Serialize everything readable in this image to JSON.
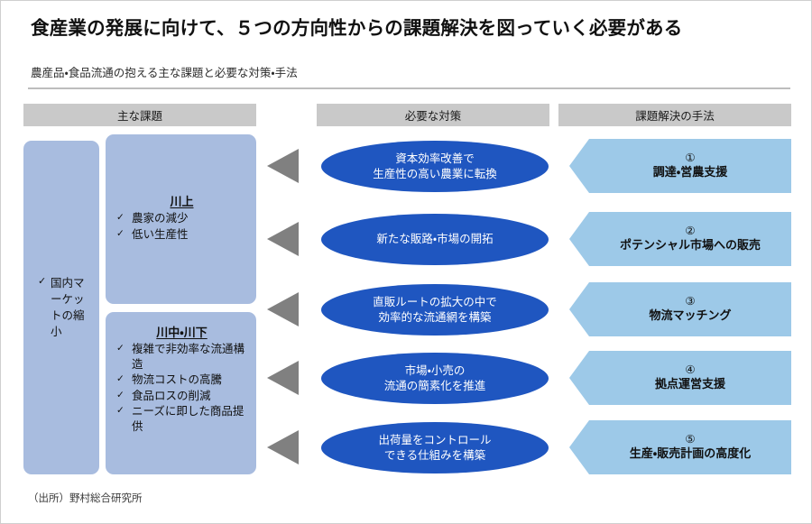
{
  "title": "食産業の発展に向けて、５つの方向性からの課題解決を図っていく必要がある",
  "subtitle": "農産品・食品流通の抱える主な課題と必要な対策・手法",
  "source": "（出所）野村総合研究所",
  "colors": {
    "header_bar": "#c9c9c9",
    "issue_box": "#a8bcdf",
    "ellipse": "#1f56c0",
    "chevron": "#9dc9e8",
    "triangle": "#808080",
    "rule": "#bdbdbd"
  },
  "columns": {
    "issues": "主な課題",
    "measures": "必要な対策",
    "methods": "課題解決の手法"
  },
  "issues": {
    "market": {
      "tick": "✓",
      "text": "国内マーケットの縮小"
    },
    "groups": [
      {
        "title": "川上",
        "items": [
          {
            "tick": "✓",
            "text": "農家の減少"
          },
          {
            "tick": "✓",
            "text": "低い生産性"
          }
        ]
      },
      {
        "title": "川中・川下",
        "items": [
          {
            "tick": "✓",
            "text": "複雑で非効率な流通構造"
          },
          {
            "tick": "✓",
            "text": "物流コストの高騰"
          },
          {
            "tick": "✓",
            "text": "食品ロスの削減"
          },
          {
            "tick": "✓",
            "text": "ニーズに即した商品提供"
          }
        ]
      }
    ]
  },
  "rows": [
    {
      "measure": "資本効率改善で\n生産性の高い農業に転換",
      "number": "①",
      "method": "調達・営農支援"
    },
    {
      "measure": "新たな販路・市場の開拓",
      "number": "②",
      "method": "ポテンシャル市場への販売"
    },
    {
      "measure": "直販ルートの拡大の中で\n効率的な流通網を構築",
      "number": "③",
      "method": "物流マッチング"
    },
    {
      "measure": "市場・小売の\n流通の簡素化を推進",
      "number": "④",
      "method": "拠点運営支援"
    },
    {
      "measure": "出荷量をコントロール\nできる仕組みを構築",
      "number": "⑤",
      "method": "生産・販売計画の高度化"
    }
  ]
}
